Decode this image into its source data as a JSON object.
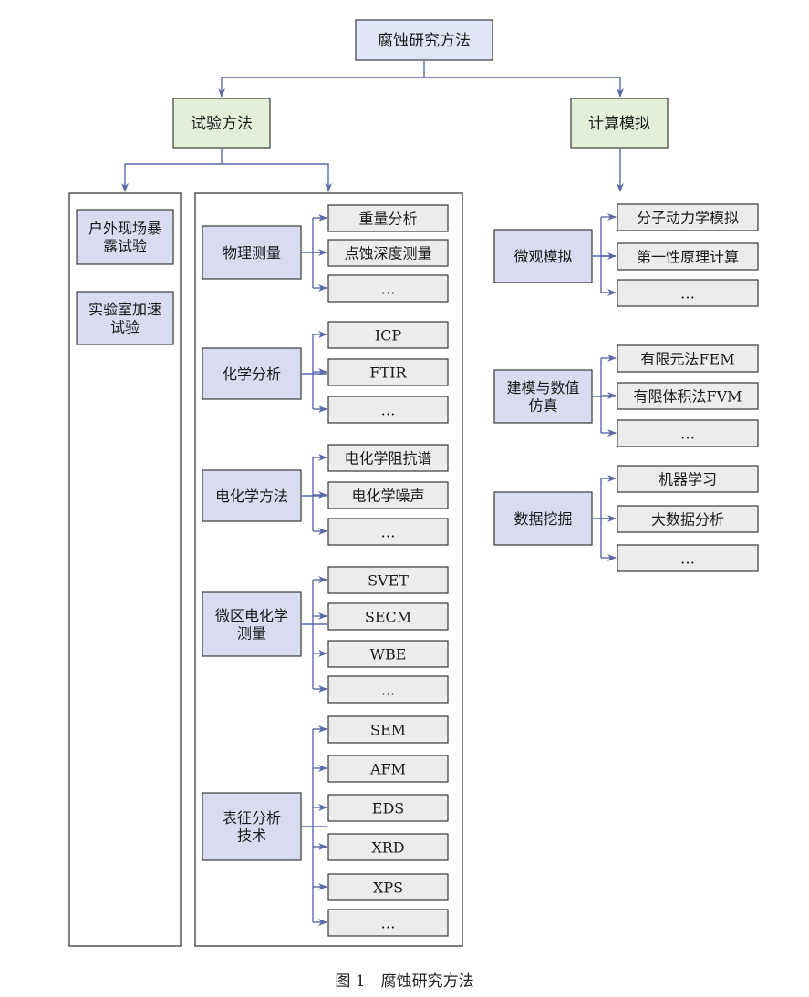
{
  "colors": {
    "root_fill": "#dfe5f4",
    "level1_fill": "#e3efd9",
    "category_fill": "#d9dcf0",
    "leaf_fill": "#ececec",
    "border": "#3a3a3a",
    "connector": "#5a6aa8"
  },
  "root": {
    "label": "腐蚀研究方法"
  },
  "experimental": {
    "label": "试验方法",
    "left_panel": [
      {
        "lines": [
          "户外现场暴",
          "露试验"
        ]
      },
      {
        "lines": [
          "实验室加速",
          "试验"
        ]
      }
    ],
    "categories": [
      {
        "lines": [
          "物理测量"
        ],
        "leaves": [
          "重量分析",
          "点蚀深度测量",
          "…"
        ]
      },
      {
        "lines": [
          "化学分析"
        ],
        "leaves": [
          "ICP",
          "FTIR",
          "…"
        ]
      },
      {
        "lines": [
          "电化学方法"
        ],
        "leaves": [
          "电化学阻抗谱",
          "电化学噪声",
          "…"
        ]
      },
      {
        "lines": [
          "微区电化学",
          "测量"
        ],
        "leaves": [
          "SVET",
          "SECM",
          "WBE",
          "..."
        ]
      },
      {
        "lines": [
          "表征分析",
          "技术"
        ],
        "leaves": [
          "SEM",
          "AFM",
          "EDS",
          "XRD",
          "XPS",
          "…"
        ]
      }
    ]
  },
  "computational": {
    "label": "计算模拟",
    "categories": [
      {
        "lines": [
          "微观模拟"
        ],
        "leaves": [
          "分子动力学模拟",
          "第一性原理计算",
          "…"
        ]
      },
      {
        "lines": [
          "建模与数值",
          "仿真"
        ],
        "leaves": [
          "有限元法FEM",
          "有限体积法FVM",
          "…"
        ]
      },
      {
        "lines": [
          "数据挖掘"
        ],
        "leaves": [
          "机器学习",
          "大数据分析",
          "…"
        ]
      }
    ]
  },
  "caption": "图 1　腐蚀研究方法"
}
